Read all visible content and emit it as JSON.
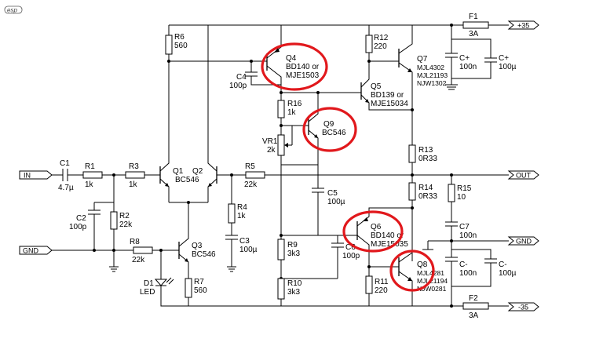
{
  "logo": "esp",
  "terminals": {
    "in": "IN",
    "gnd_in": "GND",
    "pos": "+35",
    "out": "OUT",
    "gnd_out": "GND",
    "neg": "-35"
  },
  "components": {
    "c1": {
      "ref": "C1",
      "value": "4.7µ"
    },
    "r1": {
      "ref": "R1",
      "value": "1k"
    },
    "r2": {
      "ref": "R2",
      "value": "22k"
    },
    "c2": {
      "ref": "C2",
      "value": "100p"
    },
    "r3": {
      "ref": "R3",
      "value": "1k"
    },
    "q1": {
      "ref": "Q1",
      "value": "BC546"
    },
    "q2": {
      "ref": "Q2"
    },
    "r5": {
      "ref": "R5",
      "value": "22k"
    },
    "r4": {
      "ref": "R4",
      "value": "1k"
    },
    "c3": {
      "ref": "C3",
      "value": "100µ"
    },
    "r6": {
      "ref": "R6",
      "value": "560"
    },
    "r8": {
      "ref": "R8",
      "value": "22k"
    },
    "q3": {
      "ref": "Q3",
      "value": "BC546"
    },
    "d1": {
      "ref": "D1",
      "value": "LED"
    },
    "r7": {
      "ref": "R7",
      "value": "560"
    },
    "c4": {
      "ref": "C4",
      "value": "100p"
    },
    "q4": {
      "ref": "Q4",
      "value": "BD140 or",
      "value2": "MJE1503"
    },
    "r16": {
      "ref": "R16",
      "value": "1k"
    },
    "vr1": {
      "ref": "VR1",
      "value": "2k"
    },
    "q9": {
      "ref": "Q9",
      "value": "BC546"
    },
    "r9": {
      "ref": "R9",
      "value": "3k3"
    },
    "r10": {
      "ref": "R10",
      "value": "3k3"
    },
    "c5": {
      "ref": "C5",
      "value": "100µ"
    },
    "r12": {
      "ref": "R12",
      "value": "220"
    },
    "q5": {
      "ref": "Q5",
      "value": "BD139 or",
      "value2": "MJE15034"
    },
    "q7": {
      "ref": "Q7",
      "value": "MJL4302",
      "value2": "MJL21193",
      "value3": "NJW1302"
    },
    "r13": {
      "ref": "R13",
      "value": "0R33"
    },
    "r14": {
      "ref": "R14",
      "value": "0R33"
    },
    "q6": {
      "ref": "Q6",
      "value": "BD140 or",
      "value2": "MJE15035"
    },
    "c6": {
      "ref": "C6",
      "value": "100p"
    },
    "r11": {
      "ref": "R11",
      "value": "220"
    },
    "q8": {
      "ref": "Q8",
      "value": "MJL4281",
      "value2": "MJL21194",
      "value3": "NJW0281"
    },
    "r15": {
      "ref": "R15",
      "value": "10"
    },
    "c7": {
      "ref": "C7",
      "value": "100n"
    },
    "f1": {
      "ref": "F1",
      "value": "3A"
    },
    "f2": {
      "ref": "F2",
      "value": "3A"
    },
    "cpu": {
      "ref": "C+",
      "value": "100n"
    },
    "cpe": {
      "ref": "C+",
      "value": "100µ"
    },
    "cnu": {
      "ref": "C-",
      "value": "100n"
    },
    "cne": {
      "ref": "C-",
      "value": "100µ"
    }
  },
  "highlight_color": "#e1181c"
}
